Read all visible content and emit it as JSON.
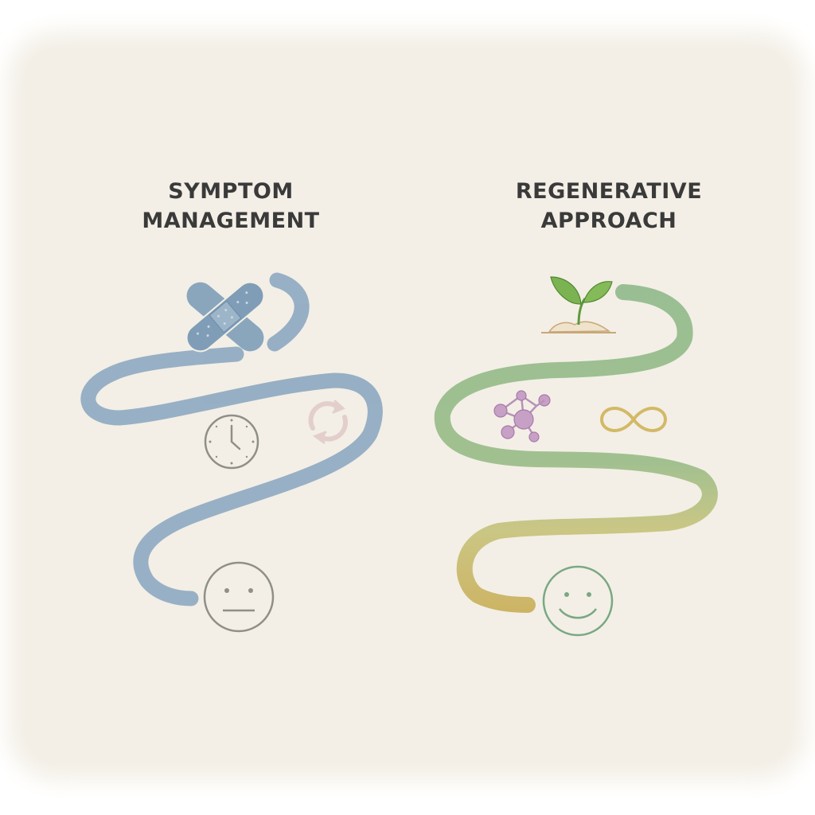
{
  "left_panel": {
    "title_line1": "SYMPTOM",
    "title_line2": "MANAGEMENT",
    "path_color": "#8ea9c1",
    "icons": [
      "bandage-icon",
      "clock-icon",
      "cycle-arrows-icon",
      "neutral-face-icon"
    ]
  },
  "right_panel": {
    "title_line1": "REGENERATIVE",
    "title_line2": "APPROACH",
    "path_colors": [
      "#8fb98a",
      "#c9b55f"
    ],
    "icons": [
      "sprout-icon",
      "molecule-icon",
      "infinity-icon",
      "smiley-face-icon"
    ]
  },
  "background": "#f3efe6"
}
